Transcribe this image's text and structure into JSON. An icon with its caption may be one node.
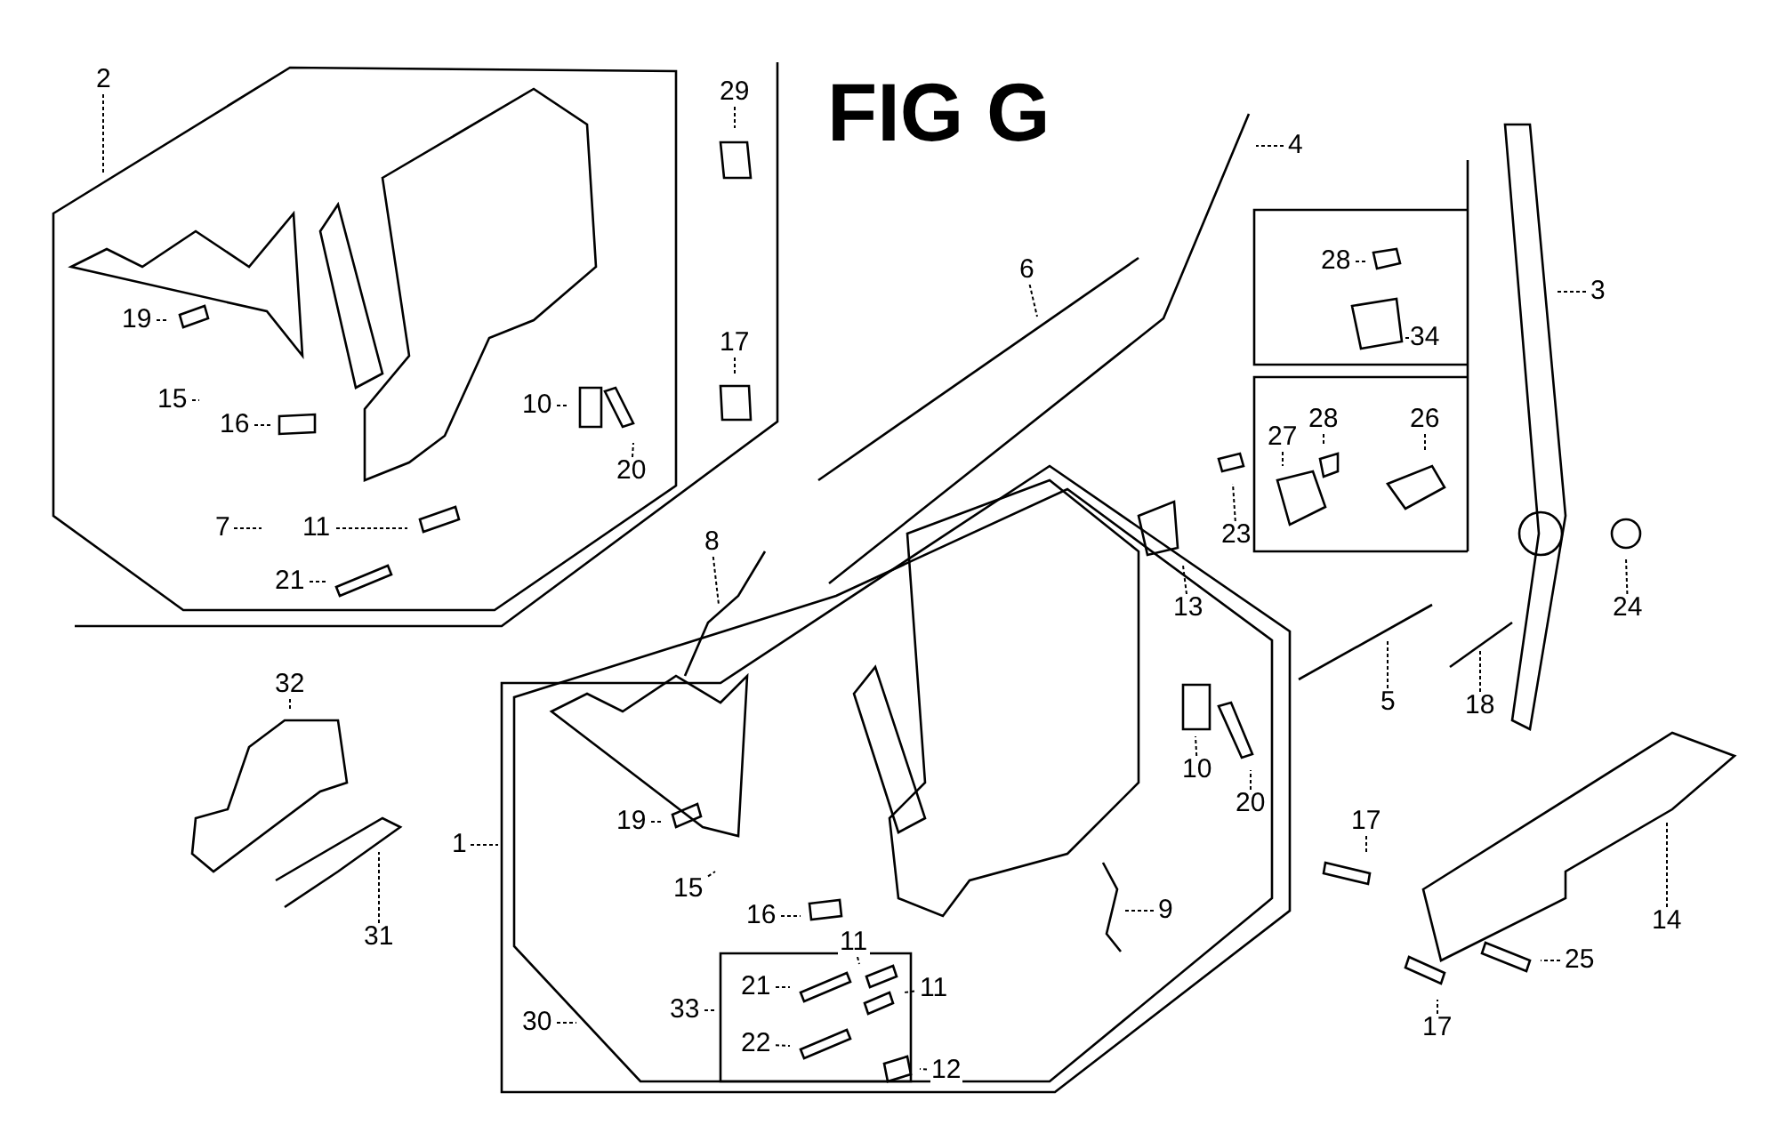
{
  "diagram": {
    "title": "FIG G",
    "nodes": [
      {
        "text": [
          "2"
        ]
      },
      {
        "text": [
          "29"
        ]
      },
      {
        "text": [
          "19"
        ]
      },
      {
        "text": [
          "15"
        ]
      },
      {
        "text": [
          "16"
        ]
      },
      {
        "text": [
          "17"
        ]
      },
      {
        "text": [
          "10"
        ]
      },
      {
        "text": [
          "20"
        ]
      },
      {
        "text": [
          "7"
        ]
      },
      {
        "text": [
          "11"
        ]
      },
      {
        "text": [
          "21"
        ]
      },
      {
        "text": [
          "4"
        ]
      },
      {
        "text": [
          "6"
        ]
      },
      {
        "text": [
          "3"
        ]
      },
      {
        "text": [
          "28"
        ]
      },
      {
        "text": [
          "34"
        ]
      },
      {
        "text": [
          "27"
        ]
      },
      {
        "text": [
          "28"
        ]
      },
      {
        "text": [
          "26"
        ]
      },
      {
        "text": [
          "23"
        ]
      },
      {
        "text": [
          "13"
        ]
      },
      {
        "text": [
          "24"
        ]
      },
      {
        "text": [
          "8"
        ]
      },
      {
        "text": [
          "32"
        ]
      },
      {
        "text": [
          "18"
        ]
      },
      {
        "text": [
          "5"
        ]
      },
      {
        "text": [
          "10"
        ]
      },
      {
        "text": [
          "20"
        ]
      },
      {
        "text": [
          "1"
        ]
      },
      {
        "text": [
          "19"
        ]
      },
      {
        "text": [
          "15"
        ]
      },
      {
        "text": [
          "16"
        ]
      },
      {
        "text": [
          "9"
        ]
      },
      {
        "text": [
          "31"
        ]
      },
      {
        "text": [
          "17"
        ]
      },
      {
        "text": [
          "14"
        ]
      },
      {
        "text": [
          "33"
        ]
      },
      {
        "text": [
          "21"
        ]
      },
      {
        "text": [
          "11"
        ]
      },
      {
        "text": [
          "11"
        ]
      },
      {
        "text": [
          "22"
        ]
      },
      {
        "text": [
          "25"
        ]
      },
      {
        "text": [
          "17"
        ]
      },
      {
        "text": [
          "30"
        ]
      },
      {
        "text": [
          "12"
        ]
      }
    ],
    "edges": [
      {
        "from": 0,
        "to": null,
        "arrow": "none"
      },
      {
        "from": 1,
        "to": null,
        "arrow": "none"
      },
      {
        "from": 2,
        "to": null,
        "arrow": "none"
      },
      {
        "from": 3,
        "to": null,
        "arrow": "none"
      },
      {
        "from": 4,
        "to": null,
        "arrow": "none"
      },
      {
        "from": 5,
        "to": null,
        "arrow": "none"
      },
      {
        "from": 6,
        "to": null,
        "arrow": "none"
      },
      {
        "from": 7,
        "to": null,
        "arrow": "none"
      },
      {
        "from": 8,
        "to": null,
        "arrow": "none"
      },
      {
        "from": 9,
        "to": null,
        "arrow": "none"
      },
      {
        "from": 10,
        "to": null,
        "arrow": "none"
      },
      {
        "from": 11,
        "to": null,
        "arrow": "none"
      },
      {
        "from": 12,
        "to": null,
        "arrow": "none"
      },
      {
        "from": 13,
        "to": null,
        "arrow": "none"
      },
      {
        "from": 14,
        "to": null,
        "arrow": "none"
      },
      {
        "from": 15,
        "to": null,
        "arrow": "none"
      },
      {
        "from": 16,
        "to": null,
        "arrow": "none"
      },
      {
        "from": 17,
        "to": null,
        "arrow": "none"
      },
      {
        "from": 18,
        "to": null,
        "arrow": "none"
      },
      {
        "from": 19,
        "to": null,
        "arrow": "none"
      },
      {
        "from": 20,
        "to": null,
        "arrow": "none"
      },
      {
        "from": 21,
        "to": null,
        "arrow": "none"
      },
      {
        "from": 22,
        "to": null,
        "arrow": "none"
      },
      {
        "from": 23,
        "to": null,
        "arrow": "none"
      },
      {
        "from": 24,
        "to": null,
        "arrow": "none"
      },
      {
        "from": 25,
        "to": null,
        "arrow": "none"
      },
      {
        "from": 26,
        "to": null,
        "arrow": "none"
      },
      {
        "from": 27,
        "to": null,
        "arrow": "none"
      },
      {
        "from": 28,
        "to": null,
        "arrow": "none"
      },
      {
        "from": 29,
        "to": null,
        "arrow": "none"
      },
      {
        "from": 30,
        "to": null,
        "arrow": "none"
      },
      {
        "from": 31,
        "to": null,
        "arrow": "none"
      },
      {
        "from": 32,
        "to": null,
        "arrow": "none"
      },
      {
        "from": 33,
        "to": null,
        "arrow": "none"
      },
      {
        "from": 34,
        "to": null,
        "arrow": "none"
      },
      {
        "from": 35,
        "to": null,
        "arrow": "none"
      },
      {
        "from": 36,
        "to": null,
        "arrow": "none"
      },
      {
        "from": 37,
        "to": null,
        "arrow": "none"
      },
      {
        "from": 38,
        "to": null,
        "arrow": "none"
      },
      {
        "from": 39,
        "to": null,
        "arrow": "none"
      },
      {
        "from": 40,
        "to": null,
        "arrow": "none"
      },
      {
        "from": 41,
        "to": null,
        "arrow": "none"
      },
      {
        "from": 42,
        "to": null,
        "arrow": "none"
      },
      {
        "from": 43,
        "to": null,
        "arrow": "none"
      },
      {
        "from": 44,
        "to": null,
        "arrow": "none"
      }
    ]
  }
}
